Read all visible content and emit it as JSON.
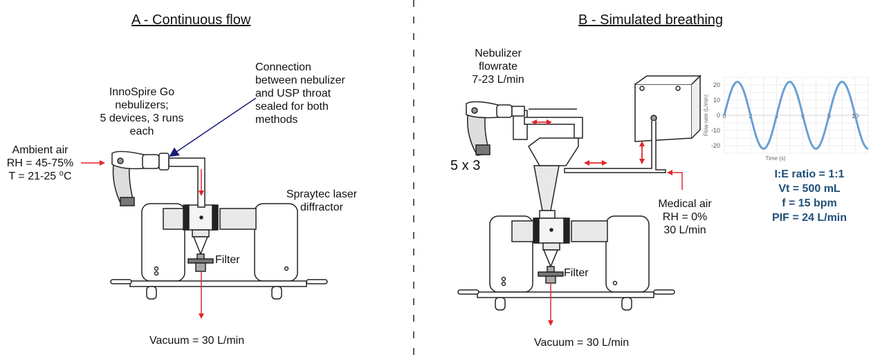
{
  "panel_a": {
    "title": "A - Continuous flow",
    "nebulizer_label": [
      "InnoSpire Go",
      "nebulizers;",
      "5 devices, 3 runs",
      "each"
    ],
    "connection_label": [
      "Connection",
      "between nebulizer",
      "and USP throat",
      "sealed for both",
      "methods"
    ],
    "ambient_label": [
      "Ambient air",
      "RH = 45-75%",
      "T = 21-25 ⁰C"
    ],
    "spraytec_label": [
      "Spraytec laser",
      "diffractor"
    ],
    "filter_label": "Filter",
    "vacuum_label": "Vacuum =  30 L/min"
  },
  "panel_b": {
    "title": "B - Simulated breathing",
    "flowrate_label": [
      "Nebulizer",
      "flowrate",
      "7-23 L/min"
    ],
    "count_label": "5 x 3",
    "medical_label": [
      "Medical air",
      "RH = 0%",
      "30 L/min"
    ],
    "filter_label": "Filter",
    "vacuum_label": "Vacuum = 30 L/min",
    "parameters": [
      "I:E ratio = 1:1",
      "Vt = 500 mL",
      "f = 15 bpm",
      "PIF = 24 L/min"
    ]
  },
  "chart_data": {
    "type": "line",
    "xlabel": "Time (s)",
    "ylabel": "Flow rate (L/min)",
    "xlim": [
      0,
      11
    ],
    "ylim": [
      -25,
      25
    ],
    "xticks": [
      0,
      2,
      4,
      6,
      8,
      10
    ],
    "yticks": [
      20,
      10,
      0,
      -10,
      -20
    ],
    "amplitude": 22,
    "period_s": 4,
    "x": [
      0,
      0.5,
      1,
      1.5,
      2,
      2.5,
      3,
      3.5,
      4,
      4.5,
      5,
      5.5,
      6,
      6.5,
      7,
      7.5,
      8,
      8.5,
      9,
      9.5,
      10,
      10.5,
      11
    ],
    "y": [
      0,
      15.6,
      22,
      15.6,
      0,
      -15.6,
      -22,
      -15.6,
      0,
      15.6,
      22,
      15.6,
      0,
      -15.6,
      -22,
      -15.6,
      0,
      15.6,
      22,
      15.6,
      0,
      -15.6,
      -22
    ],
    "line_color": "#6a9fd4",
    "grid": true
  },
  "colors": {
    "arrow": "#e0262b",
    "connection_arrow": "#1b1b7a",
    "params": "#1f4e79"
  }
}
